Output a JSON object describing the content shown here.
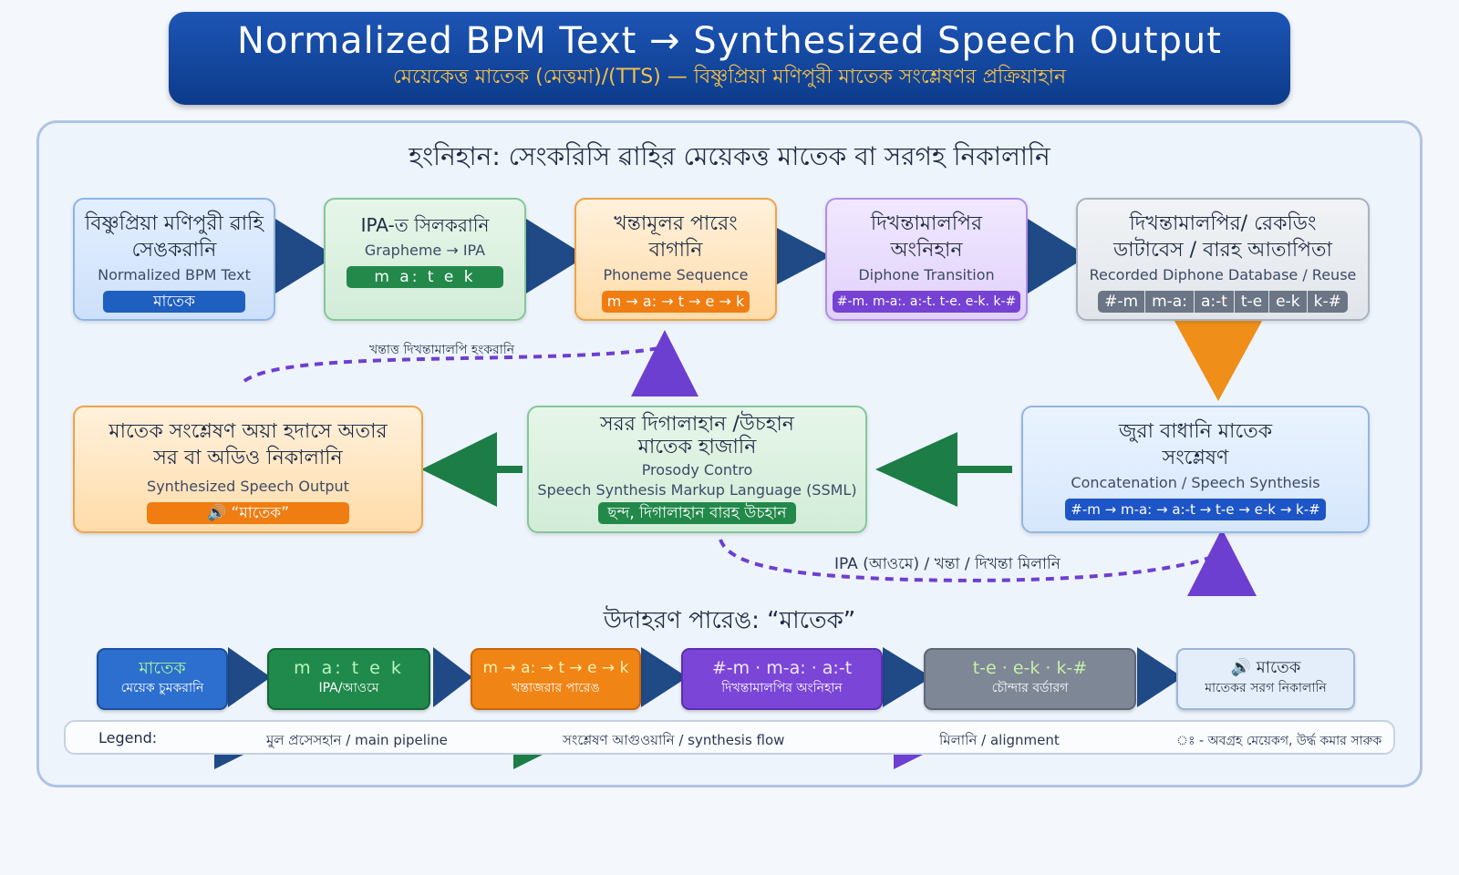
{
  "header": {
    "title": "Normalized BPM Text → Synthesized Speech Output",
    "subtitle": "মেয়েকেত্ত মাতেক (মেত্তমা)/(TTS) — বিষ্ণুপ্রিয়া মণিপুরী মাতেক সংশ্লেষণর প্রক্রিয়াহান"
  },
  "section_title": "হংনিহান: সেংকরিসি ৱাহির মেয়েকত্ত মাতেক বা সরগহ নিকালানি",
  "pipeline": [
    {
      "bn": "বিষ্ণুপ্রিয়া মণিপুরী ৱাহি সেঙকরানি",
      "en": "Normalized BPM Text",
      "chip": "মাতেক"
    },
    {
      "bn": "IPA-ত সিলকরানি",
      "en": "Grapheme → IPA",
      "chip": "m a: t e k"
    },
    {
      "bn": "খন্তামূলর পারেং বাগানি",
      "en": "Phoneme Sequence",
      "chip": "m → a: → t → e → k"
    },
    {
      "bn": "দিখন্তামালপির অংনিহান",
      "en": "Diphone Transition",
      "chip": "#-m. m-a:. a:-t. t-e. e-k. k-#"
    },
    {
      "bn": "দিখন্তামালপির/ রেকডিং ডাটাবেস / বারহ আতাপিতা",
      "en": "Recorded Diphone Database / Reuse",
      "segments": [
        "#-m",
        "m-a:",
        "a:-t",
        "t-e",
        "e-k",
        "k-#"
      ]
    },
    {
      "bn": "জুরা বাধানি মাতেক সংশ্লেষণ",
      "en": "Concatenation / Speech Synthesis",
      "chip": "#-m → m-a: → a:-t → t-e → e-k → k-#"
    },
    {
      "bn": "সরর দিগালাহান /উচহান মাতেক হাজানি",
      "en": "Prosody Contro",
      "en2": "Speech Synthesis Markup Language (SSML)",
      "chip": "ছন্দ, দিগালাহান বারহ উচহান"
    },
    {
      "bn": "মাতেক সংশ্লেষণ অয়া হদাসে অতার সর বা অডিও নিকালানি",
      "en": "Synthesized Speech Output",
      "chip": "🔊 “মাতেক”"
    }
  ],
  "notes": {
    "top_dashed": "খন্তাত্ত দিখন্তামালপি হংকরানি",
    "bottom_dashed": "IPA (আওমে) / খন্তা / দিখন্তা মিলানি"
  },
  "example": {
    "title": "উদাহরণ পারেঙ: “মাতেক”",
    "steps": [
      {
        "t1": "মাতেক",
        "t2": "মেয়েক চুমকরানি"
      },
      {
        "t1": "m a: t e k",
        "t2": "IPA/আওমে"
      },
      {
        "t1": "m → a: → t → e → k",
        "t2": "খন্তাজরার পারেঙ"
      },
      {
        "t1": "#-m · m-a: · a:-t",
        "t2": "দিখন্তামালপির অংনিহান"
      },
      {
        "t1": "t-e · e-k · k-#",
        "t2": "চৌন্দার বর্ডারগ"
      },
      {
        "t1": "🔊 মাতেক",
        "t2": "মাতেকর সরগ নিকালানি"
      }
    ]
  },
  "legend": {
    "label": "Legend:",
    "main": "মুল প্রসেসহান / main pipeline",
    "synthesis": "সংশ্লেষণ আগুওয়ানি / synthesis flow",
    "alignment": "মিলানি / alignment",
    "note": "ঃ - অবগ্রহ মেয়েকগ, উর্দ্ধ কমার সারুক"
  },
  "colors": {
    "main_arrow": "#1f4a86",
    "synthesis_arrow": "#1c7d46",
    "alignment_arrow": "#6d3fd0",
    "reuse_arrow": "#ef8f1a"
  }
}
